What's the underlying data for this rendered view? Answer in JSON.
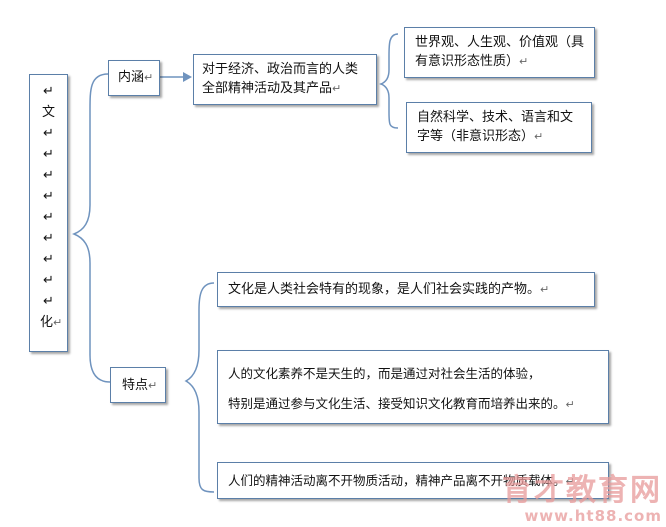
{
  "root": {
    "chars": [
      "↵",
      "文",
      "↵",
      "↵",
      "↵",
      "↵",
      "↵",
      "↵",
      "↵",
      "↵",
      "↵",
      "化"
    ],
    "end_mark": "↵"
  },
  "branches": {
    "connotation": {
      "label": "内涵",
      "mark": "↵"
    },
    "features": {
      "label": "特点",
      "mark": "↵"
    }
  },
  "connotation_def": {
    "line1": "对于经济、政治而言的人类",
    "line2": "全部精神活动及其产品",
    "mark": "↵"
  },
  "sub_items": [
    {
      "line1": "世界观、人生观、价值观（具",
      "line2": "有意识形态性质）",
      "mark": "↵"
    },
    {
      "line1": "自然科学、技术、语言和文",
      "line2": "字等（非意识形态）",
      "mark": "↵"
    }
  ],
  "features": [
    {
      "line1": "文化是人类社会特有的现象，是人们社会实践的产物。",
      "mark": "↵"
    },
    {
      "line1": "人的文化素养不是天生的，而是通过对社会生活的体验，",
      "line2": "特别是通过参与文化生活、接受知识文化教育而培养出来的。",
      "mark": "↵"
    },
    {
      "line1": "人们的精神活动离不开物质活动，精神产品离不开物质载体。",
      "mark": "↵"
    }
  ],
  "watermark": {
    "cn": "育才教育网",
    "url": "www.ht88.com"
  }
}
